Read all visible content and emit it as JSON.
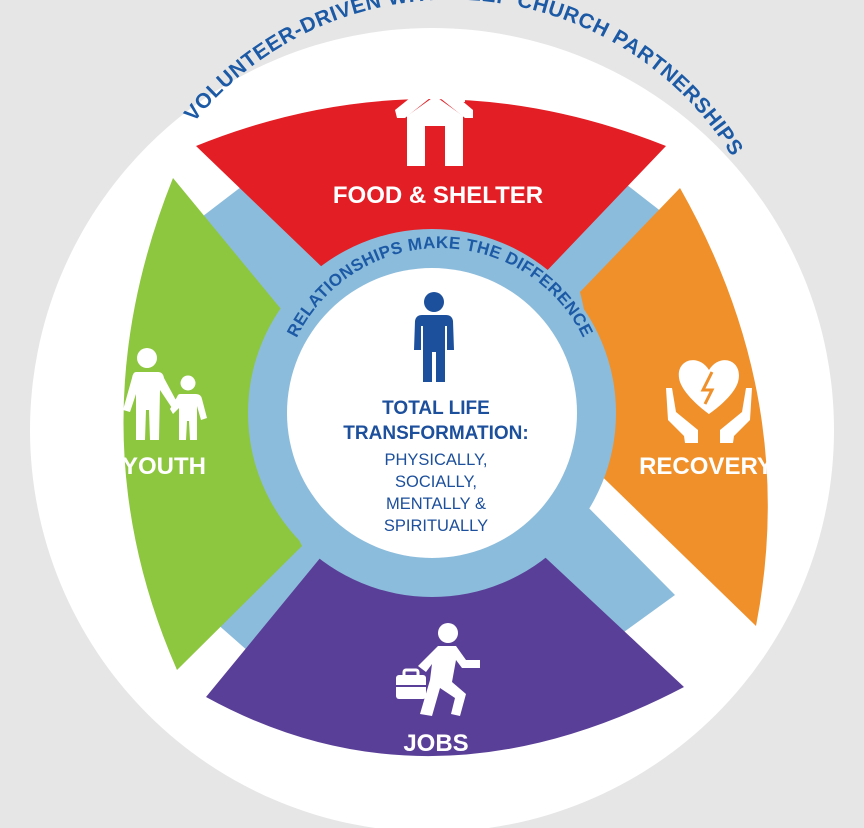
{
  "outer_ring_text": "VOLUNTEER-DRIVEN WITH DEEP CHURCH PARTNERSHIPS",
  "inner_ring_text": "RELATIONSHIPS MAKE THE DIFFERENCE",
  "center": {
    "heading_line1": "TOTAL LIFE",
    "heading_line2": "TRANSFORMATION:",
    "lines": [
      "PHYSICALLY,",
      "SOCIALLY,",
      "MENTALLY &",
      "SPIRITUALLY"
    ]
  },
  "segments": {
    "top": {
      "label": "FOOD & SHELTER",
      "color": "#e31e24",
      "icon": "house-icon"
    },
    "right": {
      "label": "RECOVERY",
      "color": "#f0902a",
      "icon": "heart-hands-icon"
    },
    "bottom": {
      "label": "JOBS",
      "color": "#5a3f98",
      "icon": "running-businessman-icon"
    },
    "left": {
      "label": "YOUTH",
      "color": "#8dc63f",
      "icon": "parent-child-icon"
    }
  },
  "colors": {
    "background": "#e6e6e6",
    "outer_disc": "#ffffff",
    "light_blue": "#8cbcdc",
    "dark_blue_text": "#1c5aa6"
  }
}
